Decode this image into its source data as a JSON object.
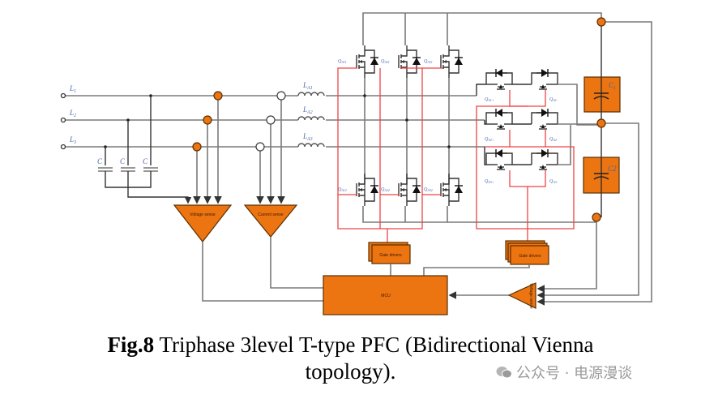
{
  "diagram": {
    "inputs": [
      {
        "label": "L",
        "sub": "1"
      },
      {
        "label": "L",
        "sub": "2"
      },
      {
        "label": "L",
        "sub": "3"
      }
    ],
    "filter_caps": [
      "C",
      "C",
      "C"
    ],
    "inductors": [
      {
        "label": "L",
        "sub": "A1"
      },
      {
        "label": "L",
        "sub": "A2"
      },
      {
        "label": "L",
        "sub": "A3"
      }
    ],
    "top_switches": [
      {
        "label": "Q",
        "sub": "A11"
      },
      {
        "label": "Q",
        "sub": "A21"
      },
      {
        "label": "Q",
        "sub": "A31"
      }
    ],
    "bottom_switches": [
      {
        "label": "Q",
        "sub": "A12"
      },
      {
        "label": "Q",
        "sub": "A22"
      },
      {
        "label": "Q",
        "sub": "A32"
      }
    ],
    "bidir_switches": [
      {
        "left": {
          "label": "Q",
          "sub": "A1+"
        },
        "right": {
          "label": "Q",
          "sub": "A1-"
        }
      },
      {
        "left": {
          "label": "Q",
          "sub": "A2+"
        },
        "right": {
          "label": "Q",
          "sub": "A2-"
        }
      },
      {
        "left": {
          "label": "Q",
          "sub": "A3+"
        },
        "right": {
          "label": "Q",
          "sub": "A3-"
        }
      }
    ],
    "dc_caps": [
      {
        "label": "C",
        "sub": "1"
      },
      {
        "label": "C2",
        "sub": ""
      }
    ],
    "blocks": {
      "voltage_sense": "Voltage sense",
      "current_sense": "Current sense",
      "gate_drivers_1": "Gate drivers",
      "gate_drivers_2": "Gate drivers",
      "mcu": "MCU",
      "dc_sense": "Voltage sense"
    },
    "colors": {
      "block_fill": "#ec7411",
      "control_wire": "#ee4444",
      "power_wire": "#7a7a7a"
    }
  },
  "caption": {
    "fig": "Fig.8",
    "line1": " Triphase 3level T-type PFC (Bidirectional Vienna",
    "line2": "topology)."
  },
  "watermark": {
    "text": "公众号 · 电源漫谈"
  }
}
